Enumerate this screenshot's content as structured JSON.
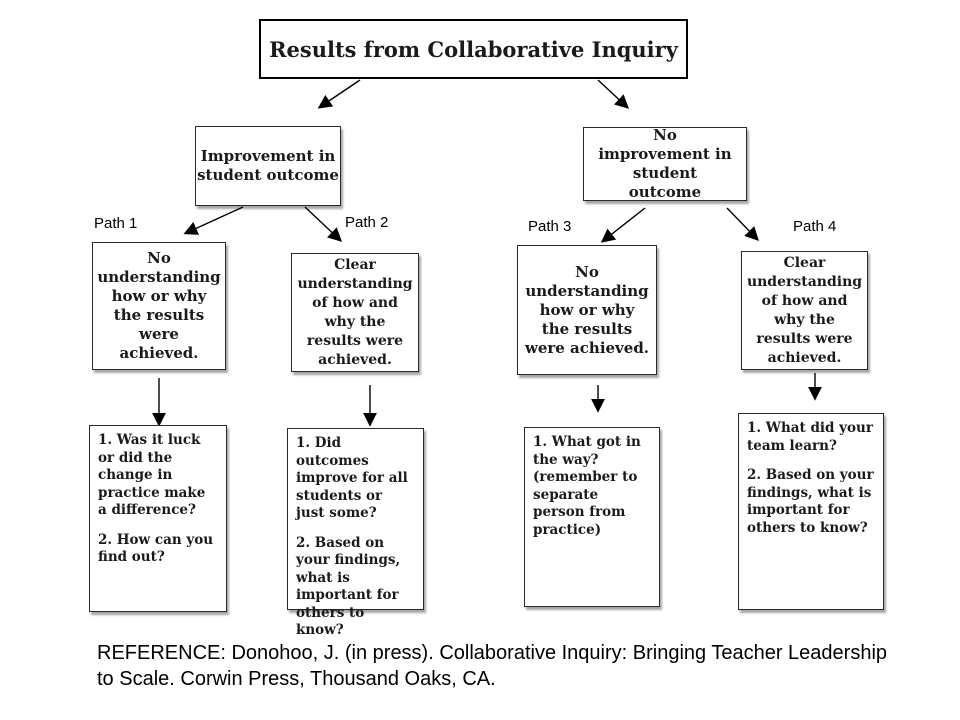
{
  "title": "Results from Collaborative Inquiry",
  "branches": {
    "improvement": "Improvement in student outcome",
    "no_improvement": "No improvement in student outcome"
  },
  "paths": [
    {
      "label": "Path 1",
      "understanding": "No understanding how or why the results were achieved.",
      "questions": [
        "1. Was it luck or did the change in practice make a difference?",
        "2. How can you find out?"
      ]
    },
    {
      "label": "Path 2",
      "understanding": "Clear understanding of how and why the results were achieved.",
      "questions": [
        "1. Did outcomes improve for all students or just some?",
        "2. Based on your findings, what is important for others to know?"
      ]
    },
    {
      "label": "Path 3",
      "understanding": "No understanding how or why the results were achieved.",
      "questions": [
        "1.  What got in the way? (remember to separate person from practice)"
      ]
    },
    {
      "label": "Path 4",
      "understanding": "Clear understanding of how and why the results were achieved.",
      "questions": [
        "1. What did your team learn?",
        "2. Based on your findings, what is important for others to know?"
      ]
    }
  ],
  "reference": "REFERENCE: Donohoo, J. (in press). Collaborative Inquiry: Bringing Teacher Leadership to Scale. Corwin Press, Thousand Oaks, CA."
}
